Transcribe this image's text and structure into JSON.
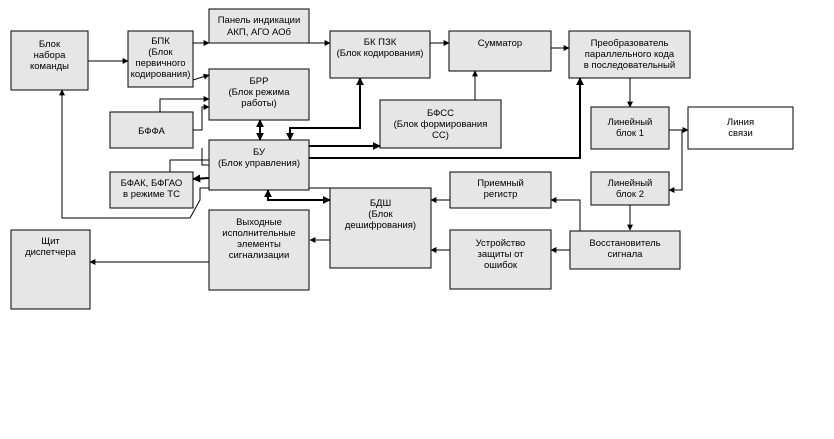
{
  "blocks": {
    "command_input": [
      "Блок",
      "набора",
      "команды"
    ],
    "blk_primary_coding": [
      "БПК",
      "(Блок",
      "первичного",
      "кодирования)"
    ],
    "indication_panel": [
      "Панель индикации",
      "АКП, АГО  АОб"
    ],
    "bk_pzk": [
      "БК ПЗК",
      "(Блок кодирования)"
    ],
    "adder": [
      "Сумматор"
    ],
    "par_to_serial": [
      "Преобразователь",
      "параллельного кода",
      "в последовательный"
    ],
    "brr": [
      "БРР",
      "(Блок режима",
      "работы)"
    ],
    "bffa": [
      "БФФА"
    ],
    "bfss": [
      "БФСС",
      "(Блок формирования",
      "СС)"
    ],
    "bu": [
      "БУ",
      "(Блок управления)"
    ],
    "line_block_1": [
      "Линейный",
      "блок 1"
    ],
    "comm_line": [
      "Линия",
      "связи"
    ],
    "bfak": [
      "БФАК, БФГАО",
      "в режиме ТС"
    ],
    "receive_register": [
      "Приемный",
      "регистр"
    ],
    "line_block_2": [
      "Линейный",
      "блок 2"
    ],
    "bdsh": [
      "БДШ",
      "(Блок",
      "дешифрования)"
    ],
    "output_elements": [
      "Выходные",
      "исполнительные",
      "элементы",
      "сигнализации"
    ],
    "dispatcher_panel": [
      "Щит",
      "диспетчера"
    ],
    "error_protection": [
      "Устройство",
      "защиты от",
      "ошибок"
    ],
    "signal_restorer": [
      "Восстановитель",
      "сигнала"
    ]
  }
}
